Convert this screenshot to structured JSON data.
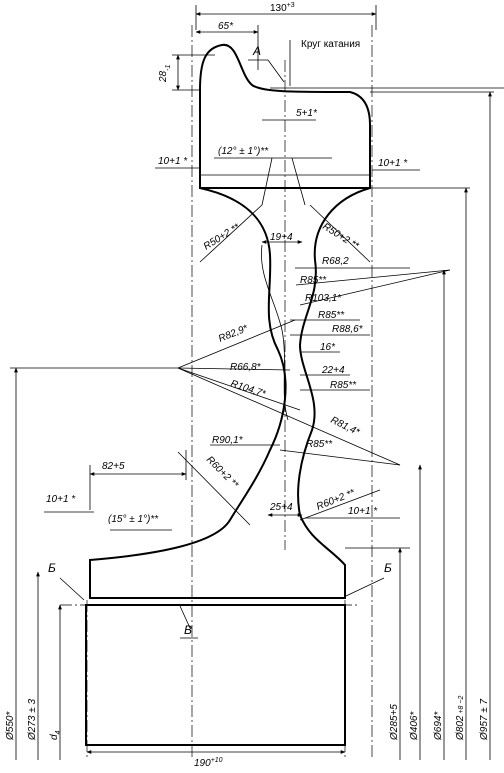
{
  "labels": {
    "rolling_circle": "Круг катания",
    "section_a": "А",
    "section_b_left": "Б",
    "section_b_right": "Б",
    "section_v": "В"
  },
  "dimensions": {
    "top_width": "130",
    "top_width_tol": "+3",
    "flange_width": "65*",
    "flange_height": "28",
    "flange_height_tol": "-1",
    "offset_5": "5+1*",
    "angle_upper": "(12° ± 1°)**",
    "tol_10_left_upper": "10+1 *",
    "tol_10_right_upper": "10+1 *",
    "r50_left": "R50+2 **",
    "r50_right": "R50+2 **",
    "web_19": "19+4",
    "r68": "R68,2",
    "r85_1": "R85**",
    "r103": "R103,1*",
    "r85_2": "R85**",
    "r82": "R82,9*",
    "r88": "R88,6*",
    "dim_16": "16*",
    "r66": "R66,8*",
    "dim_22": "22+4",
    "r85_3": "R85**",
    "r104": "R104,7*",
    "r81": "R81,4*",
    "r90": "R90,1*",
    "r85_4": "R85**",
    "r60_left": "R60+2 **",
    "dim_82": "82+5",
    "tol_10_left_lower": "10+1 *",
    "angle_lower": "(15° ± 1°)**",
    "web_25": "25+4",
    "r60_right": "R60+2 **",
    "tol_10_right_lower": "10+1 *",
    "d550": "Ø550*",
    "d273": "Ø273 ± 3",
    "d_bore": "d",
    "d_bore_sub": "4",
    "d285": "Ø285+5",
    "d406": "Ø406*",
    "d694": "Ø694*",
    "d802": "Ø802",
    "d802_tol": "+8 −2",
    "d957": "Ø957 ± 7",
    "hub_width": "190",
    "hub_width_tol": "+10"
  }
}
